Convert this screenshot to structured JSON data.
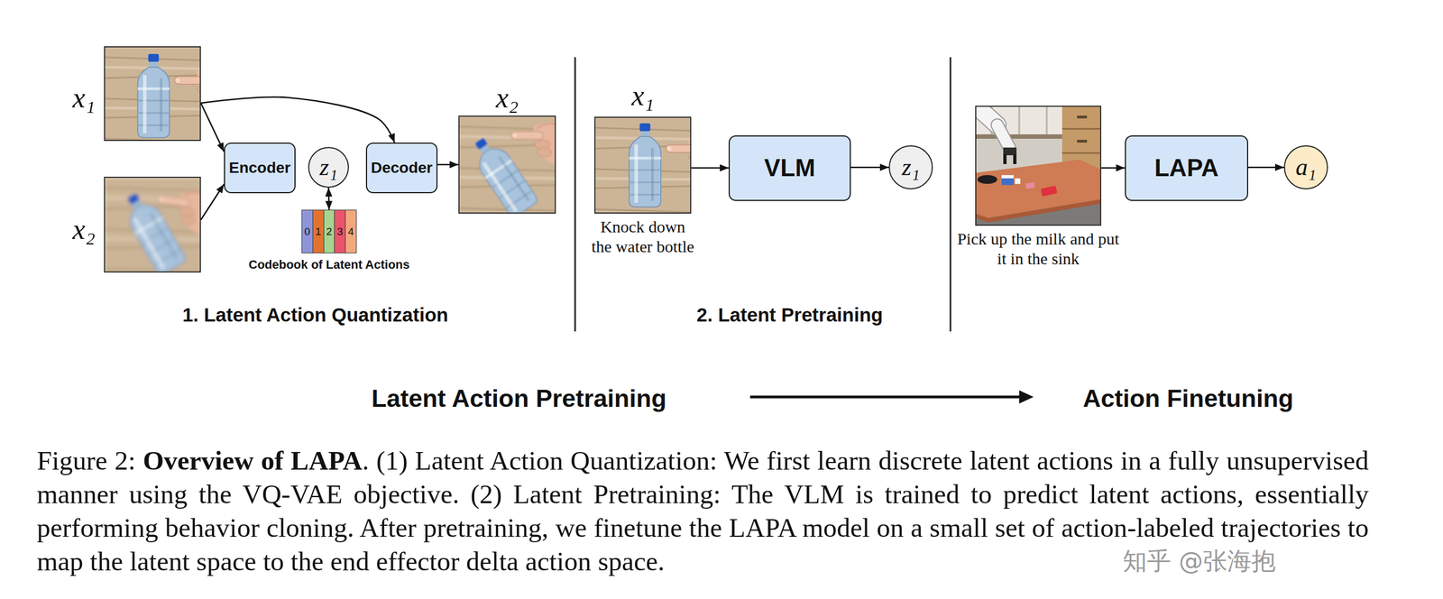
{
  "diagram": {
    "caption": "Figure 2: Overview of LAPA. (1) Latent Action Quantization: We first learn discrete latent actions in a fully unsupervised manner using the VQ-VAE objective. (2) Latent Pretraining: The VLM is trained to predict latent actions, essentially performing behavior cloning. After pretraining, we finetune the LAPA model on a small set of action-labeled trajectories to map the latent space to the end effector delta action space.",
    "nodes": [
      {
        "text": [
          "x₁"
        ]
      },
      {
        "text": [
          "x₂"
        ]
      },
      {
        "text": [
          "Encoder"
        ]
      },
      {
        "text": [
          "z₁"
        ]
      },
      {
        "text": [
          "0",
          "1",
          "2",
          "3",
          "4",
          "Codebook of Latent Actions"
        ]
      },
      {
        "text": [
          "Decoder"
        ]
      },
      {
        "text": [
          "x₂"
        ]
      },
      {
        "text": [
          "x₁",
          "Knock down the water bottle"
        ]
      },
      {
        "text": [
          "VLM"
        ]
      },
      {
        "text": [
          "z₁"
        ]
      },
      {
        "text": [
          "Pick up the milk and put it in the sink"
        ]
      },
      {
        "text": [
          "LAPA"
        ]
      },
      {
        "text": [
          "a₁"
        ]
      }
    ],
    "edges": [
      {
        "from": 0,
        "to": 2,
        "arrow": "to"
      },
      {
        "from": 1,
        "to": 2,
        "arrow": "to"
      },
      {
        "from": 0,
        "to": 5,
        "arrow": "to"
      },
      {
        "from": 3,
        "to": 4,
        "arrow": "both"
      },
      {
        "from": 5,
        "to": 6,
        "arrow": "to"
      },
      {
        "from": 7,
        "to": 8,
        "arrow": "to"
      },
      {
        "from": 8,
        "to": 9,
        "arrow": "to"
      },
      {
        "from": 10,
        "to": 11,
        "arrow": "to"
      },
      {
        "from": 11,
        "to": 12,
        "arrow": "to"
      }
    ],
    "labels": [
      "1. Latent Action Quantization",
      "2. Latent Pretraining",
      "Latent Action Pretraining",
      "Action Finetuning",
      "知乎 @张海抱"
    ]
  }
}
